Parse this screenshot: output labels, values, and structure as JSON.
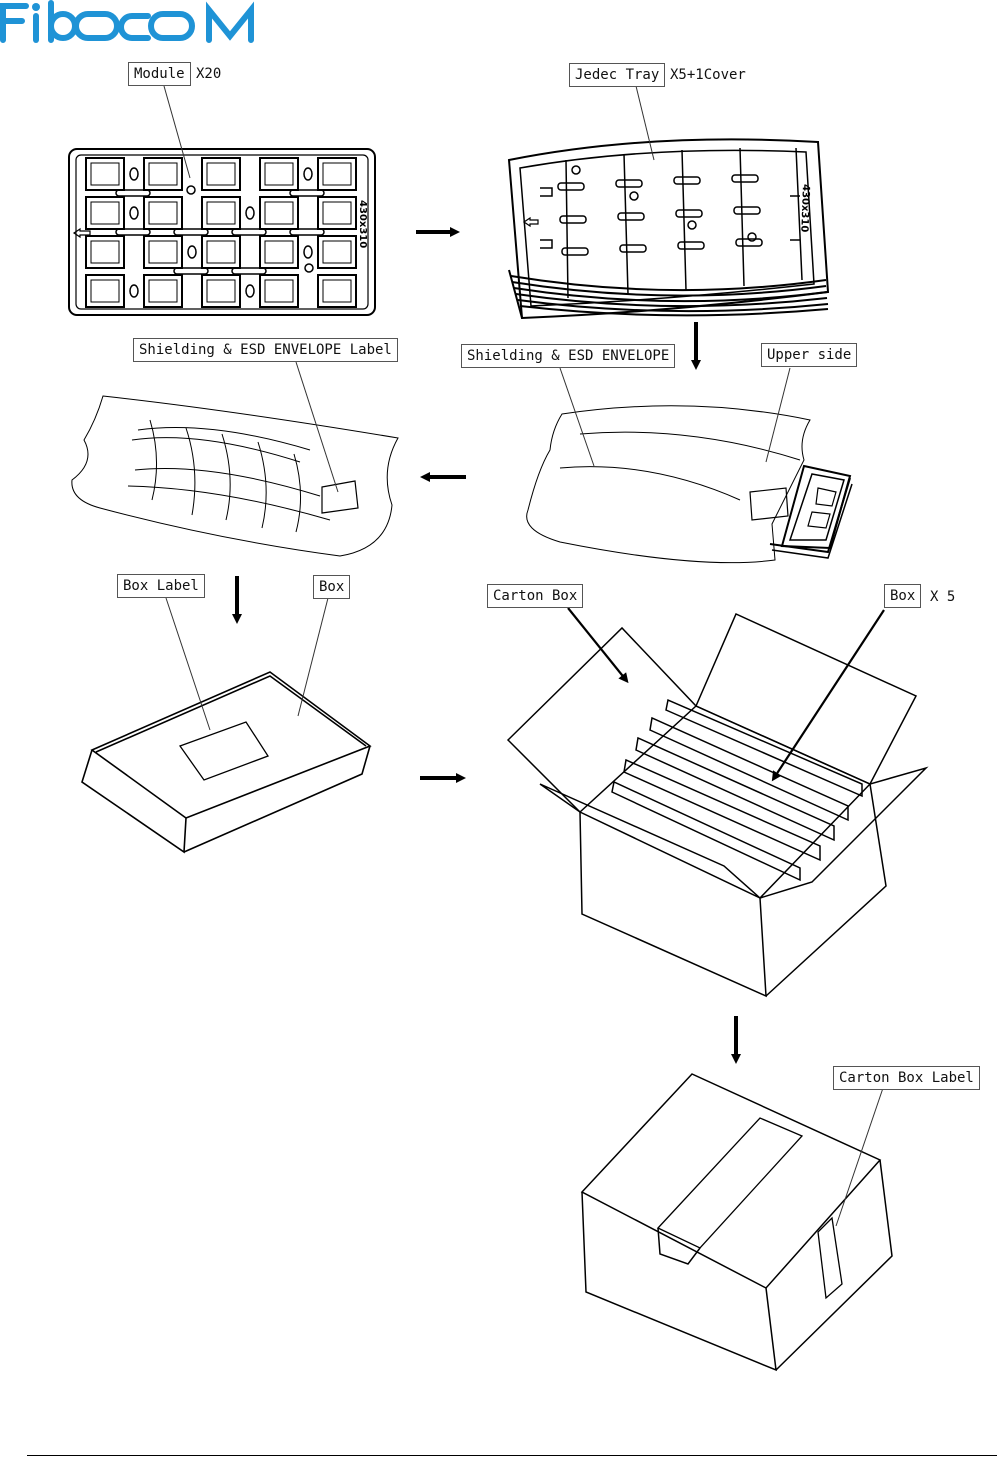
{
  "logo": {
    "text": "FIBOCOM",
    "color": "#1f93d6"
  },
  "labels": {
    "module": "Module",
    "module_qty": "X20",
    "jedec_tray": "Jedec Tray",
    "jedec_qty": "X5+1Cover",
    "tray_marking": "430x310",
    "envelope_label": "Shielding & ESD ENVELOPE Label",
    "envelope": "Shielding & ESD ENVELOPE",
    "upper_side": "Upper side",
    "box_label": "Box Label",
    "box": "Box",
    "carton_box": "Carton Box",
    "box_x5": "Box",
    "box_x5_qty": "X 5",
    "carton_box_label": "Carton Box Label"
  }
}
